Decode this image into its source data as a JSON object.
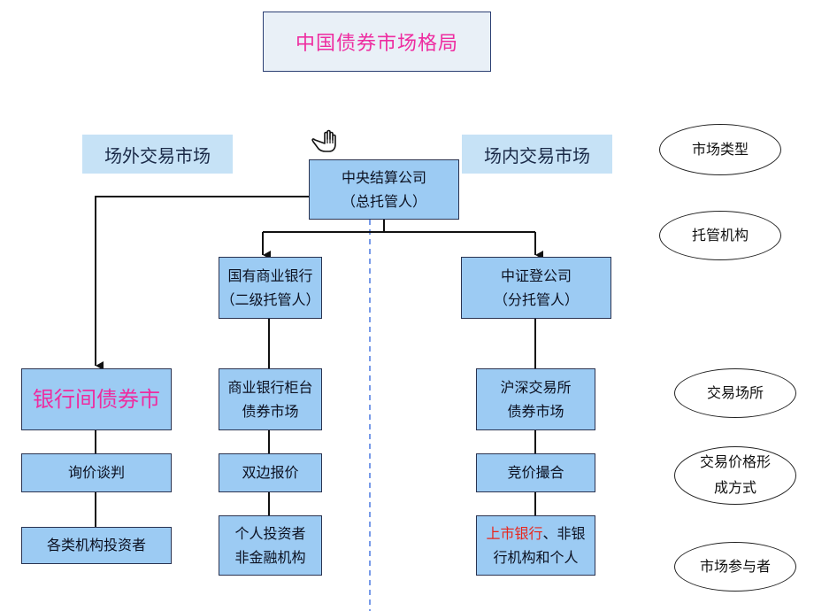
{
  "title": "中国债券市场格局",
  "markets": {
    "otc": "场外交易市场",
    "exchange": "场内交易市场"
  },
  "nodes": {
    "central": [
      "中央结算公司",
      "（总托管人）"
    ],
    "state_bank": [
      "国有商业银行",
      "（二级托管人）"
    ],
    "csdc": [
      "中证登公司",
      "（分托管人）"
    ],
    "interbank": "银行间债券市",
    "bank_counter": [
      "商业银行柜台",
      "债券市场"
    ],
    "sh_sz": [
      "沪深交易所",
      "债券市场"
    ],
    "inquiry": "询价谈判",
    "bilateral": "双边报价",
    "auction": "竞价撮合",
    "institutions": "各类机构投资者",
    "individuals": [
      "个人投资者",
      "非金融机构"
    ],
    "listed": {
      "red": "上市银行",
      "rest_line1": "、非银",
      "line2": "行机构和个人"
    }
  },
  "legend": {
    "market_type": "市场类型",
    "custodian": "托管机构",
    "venue": "交易场所",
    "pricing": [
      "交易价格形",
      "成方式"
    ],
    "participants": "市场参与者"
  },
  "colors": {
    "node_fill": "#9ccbf3",
    "label_fill": "#c6e2f6",
    "title_text": "#ee2ca0",
    "highlight_red": "#e8261c",
    "divider": "#4a78e0"
  },
  "icons": {
    "pointer": "hand-pointer-icon"
  }
}
